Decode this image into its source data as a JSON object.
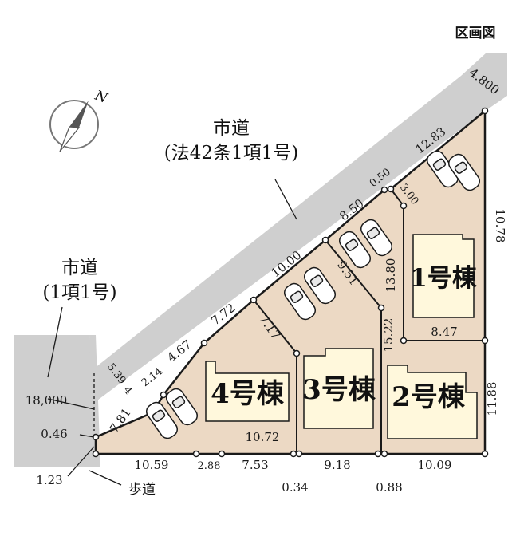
{
  "title": "区画図",
  "compass": {
    "label": "N"
  },
  "roads": {
    "main_name": "市道",
    "main_sub": "(法42条1項1号)",
    "side_name": "市道",
    "side_sub": "(1項1号)",
    "main_width": "4.800",
    "side_width": "18,000",
    "sidewalk": "歩道"
  },
  "buildings": [
    {
      "label": "1号棟"
    },
    {
      "label": "2号棟"
    },
    {
      "label": "3号棟"
    },
    {
      "label": "4号棟"
    }
  ],
  "dimensions": {
    "top_edge": [
      "12.83",
      "0.50",
      "8.50",
      "10.00",
      "7.72",
      "4.67",
      "2.14",
      "5.39",
      "4",
      "7.81"
    ],
    "right_edge": [
      "10.78",
      "11.88"
    ],
    "bottom_edge": [
      "10.59",
      "2.88",
      "7.53",
      "9.18",
      "10.09"
    ],
    "interior": [
      "3.00",
      "13.80",
      "8.47",
      "9.51",
      "15.22",
      "7.17",
      "10.72"
    ],
    "small": [
      "0.46",
      "1.23",
      "0.34",
      "0.88"
    ]
  },
  "colors": {
    "lot": "#ecd9c4",
    "road": "#cfcfcf",
    "building": "#fff8dc",
    "line": "#1a1a1a"
  }
}
